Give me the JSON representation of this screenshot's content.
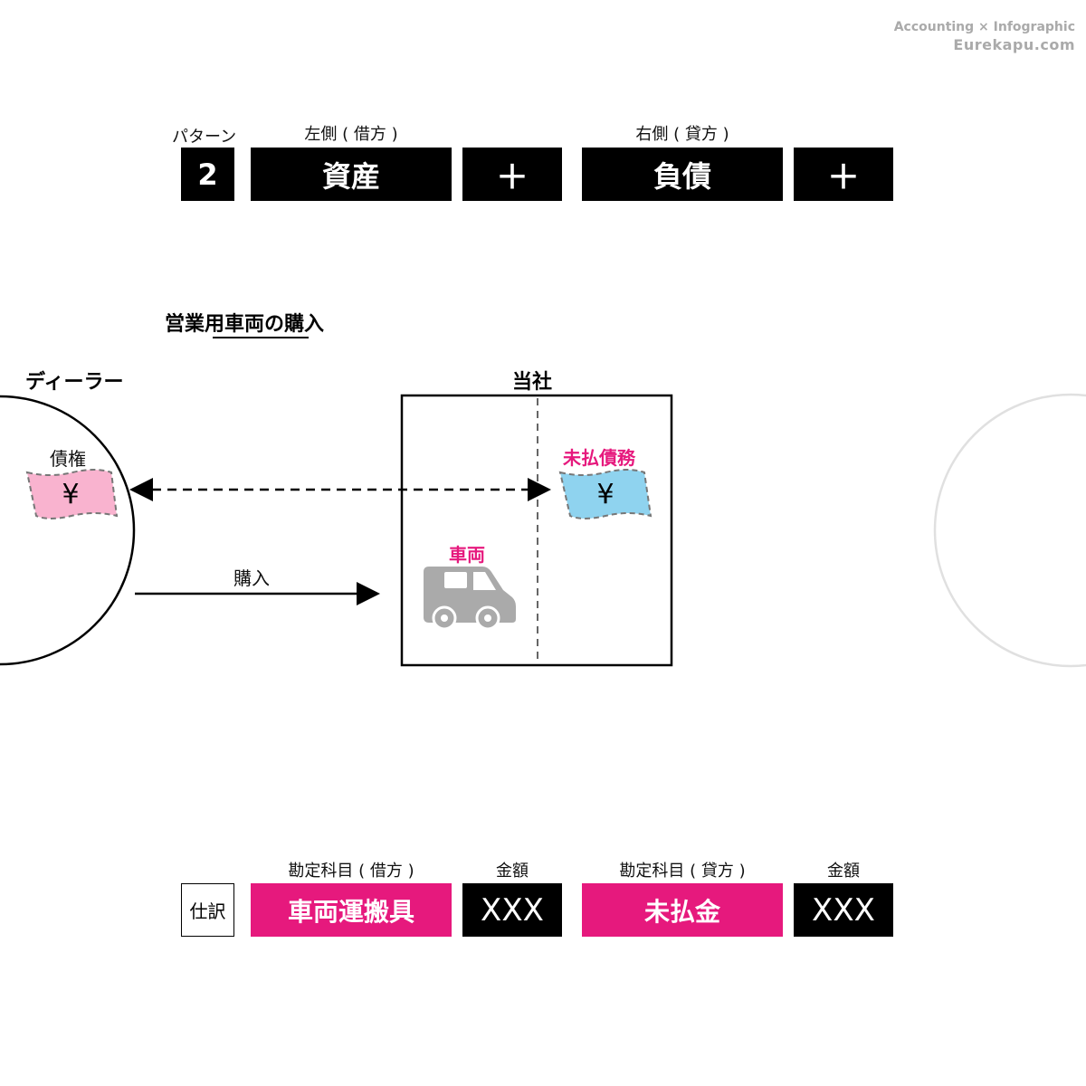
{
  "watermark": {
    "line1": "Accounting × Infographic",
    "line2": "Eurekapu.com"
  },
  "pattern": {
    "label": "パターン",
    "number": "2",
    "left_header": "左側 ( 借方 )",
    "right_header": "右側 ( 貸方 )",
    "left_account": "資産",
    "left_sign": "＋",
    "right_account": "負債",
    "right_sign": "＋"
  },
  "scenario": {
    "title": "営業用車両の購入",
    "dealer": {
      "label": "ディーラー",
      "claim_label": "債権",
      "currency": "¥"
    },
    "company": {
      "label": "当社",
      "vehicle_label": "車両",
      "payable_label": "未払債務",
      "currency": "¥"
    },
    "purchase_label": "購入"
  },
  "journal": {
    "label": "仕訳",
    "debit_header": "勘定科目 ( 借方 )",
    "credit_header": "勘定科目 ( 貸方 )",
    "amount_header": "金額",
    "debit_account": "車両運搬具",
    "debit_amount": "XXX",
    "credit_account": "未払金",
    "credit_amount": "XXX"
  },
  "colors": {
    "accent_pink": "#e6197d",
    "claim_fill": "#f9b3cf",
    "payable_fill": "#8fd3ef",
    "vehicle_gray": "#aaaaaa"
  }
}
